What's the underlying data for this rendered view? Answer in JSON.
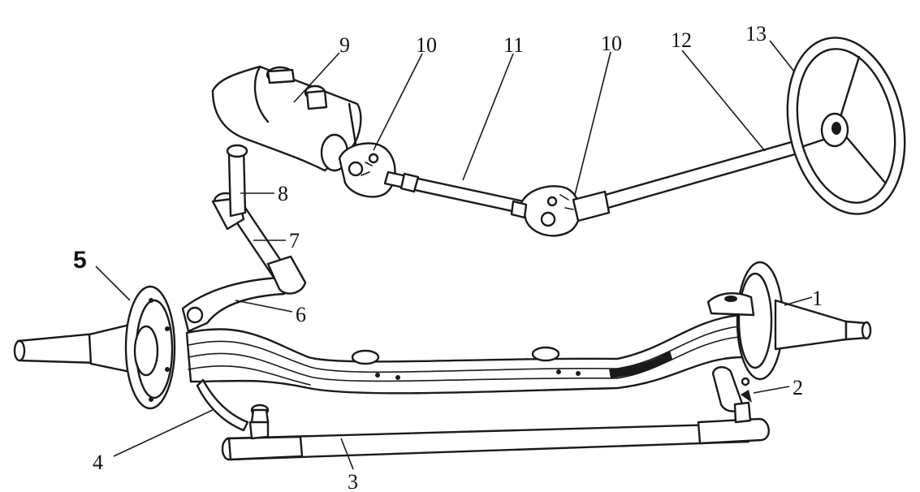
{
  "diagram": {
    "labels": [
      "1",
      "2",
      "3",
      "4",
      "5",
      "6",
      "7",
      "8",
      "9",
      "10",
      "10",
      "11",
      "12",
      "13"
    ]
  }
}
